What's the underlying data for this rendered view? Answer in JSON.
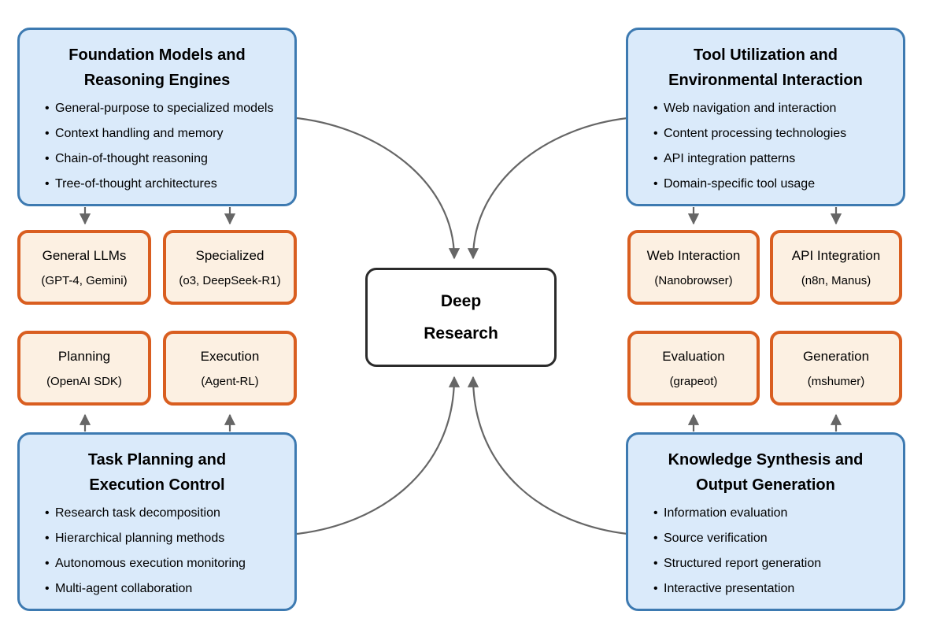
{
  "colors": {
    "background": "#ffffff",
    "section_fill": "#daeafa",
    "section_border": "#3d7ab1",
    "chip_fill": "#fcf0e2",
    "chip_border": "#d95e20",
    "center_fill": "#ffffff",
    "center_border": "#2b2b2b",
    "arrow": "#666666",
    "text": "#000000"
  },
  "center": {
    "line1": "Deep",
    "line2": "Research"
  },
  "sections": [
    {
      "id": "foundation-models",
      "title1": "Foundation Models and",
      "title2": "Reasoning Engines",
      "bullets": [
        "General-purpose to specialized models",
        "Context handling and memory",
        "Chain-of-thought reasoning",
        "Tree-of-thought architectures"
      ]
    },
    {
      "id": "tool-utilization",
      "title1": "Tool Utilization and",
      "title2": "Environmental Interaction",
      "bullets": [
        "Web navigation and interaction",
        "Content processing technologies",
        "API integration patterns",
        "Domain-specific tool usage"
      ]
    },
    {
      "id": "task-planning",
      "title1": "Task Planning and",
      "title2": "Execution Control",
      "bullets": [
        "Research task decomposition",
        "Hierarchical planning methods",
        "Autonomous execution monitoring",
        "Multi-agent collaboration"
      ]
    },
    {
      "id": "knowledge-synthesis",
      "title1": "Knowledge Synthesis and",
      "title2": "Output Generation",
      "bullets": [
        "Information evaluation",
        "Source verification",
        "Structured report generation",
        "Interactive presentation"
      ]
    }
  ],
  "chips": [
    {
      "id": "general-llms",
      "title": "General LLMs",
      "subtitle": "(GPT-4, Gemini)"
    },
    {
      "id": "specialized",
      "title": "Specialized",
      "subtitle": "(o3, DeepSeek-R1)"
    },
    {
      "id": "planning",
      "title": "Planning",
      "subtitle": "(OpenAI SDK)"
    },
    {
      "id": "execution",
      "title": "Execution",
      "subtitle": "(Agent-RL)"
    },
    {
      "id": "web-interaction",
      "title": "Web Interaction",
      "subtitle": "(Nanobrowser)"
    },
    {
      "id": "api-integration",
      "title": "API Integration",
      "subtitle": "(n8n, Manus)"
    },
    {
      "id": "evaluation",
      "title": "Evaluation",
      "subtitle": "(grapeot)"
    },
    {
      "id": "generation",
      "title": "Generation",
      "subtitle": "(mshumer)"
    }
  ],
  "edges": [
    {
      "from": "foundation-models",
      "to": "deep-research",
      "style": "curved"
    },
    {
      "from": "tool-utilization",
      "to": "deep-research",
      "style": "curved"
    },
    {
      "from": "task-planning",
      "to": "deep-research",
      "style": "curved"
    },
    {
      "from": "knowledge-synthesis",
      "to": "deep-research",
      "style": "curved"
    },
    {
      "from": "foundation-models",
      "to": "general-llms",
      "style": "straight-down"
    },
    {
      "from": "foundation-models",
      "to": "specialized",
      "style": "straight-down"
    },
    {
      "from": "task-planning",
      "to": "planning",
      "style": "straight-up"
    },
    {
      "from": "task-planning",
      "to": "execution",
      "style": "straight-up"
    },
    {
      "from": "tool-utilization",
      "to": "web-interaction",
      "style": "straight-down"
    },
    {
      "from": "tool-utilization",
      "to": "api-integration",
      "style": "straight-down"
    },
    {
      "from": "knowledge-synthesis",
      "to": "evaluation",
      "style": "straight-up"
    },
    {
      "from": "knowledge-synthesis",
      "to": "generation",
      "style": "straight-up"
    }
  ]
}
